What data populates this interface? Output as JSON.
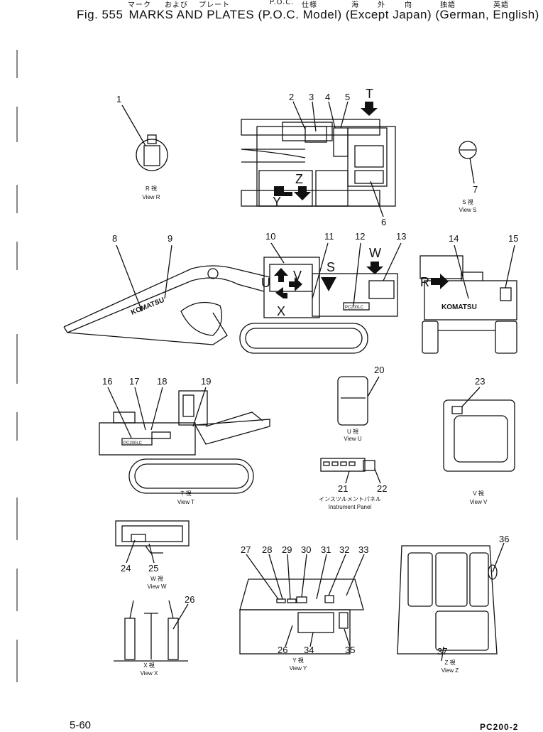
{
  "header": {
    "jp": [
      "マーク",
      "および",
      "プレート",
      "P.O.C.",
      "仕様",
      "海",
      "外",
      "向",
      "独語",
      "英語"
    ],
    "fig_no": "Fig. 555",
    "title": "MARKS AND PLATES (P.O.C. Model) (Except Japan) (German, English)"
  },
  "views": {
    "r": {
      "jp": "R 視",
      "en": "View R"
    },
    "s": {
      "jp": "S 視",
      "en": "View S"
    },
    "t": {
      "jp": "T 視",
      "en": "View T"
    },
    "u": {
      "jp": "U 視",
      "en": "View U"
    },
    "v": {
      "jp": "V 視",
      "en": "View V"
    },
    "w": {
      "jp": "W 視",
      "en": "View W"
    },
    "x": {
      "jp": "X 視",
      "en": "View X"
    },
    "y": {
      "jp": "Y 視",
      "en": "View Y"
    },
    "z": {
      "jp": "Z 視",
      "en": "View Z"
    },
    "instrument": {
      "jp": "インスツルメントパネル",
      "en": "Instrument Panel"
    }
  },
  "arrow_letters": [
    "T",
    "Z",
    "Y",
    "U",
    "V",
    "X",
    "S",
    "W",
    "R"
  ],
  "brand": "KOMATSU",
  "model_plate": "PC200LC",
  "callouts": [
    "1",
    "2",
    "3",
    "4",
    "5",
    "6",
    "7",
    "8",
    "9",
    "10",
    "11",
    "12",
    "13",
    "14",
    "15",
    "16",
    "17",
    "18",
    "19",
    "20",
    "21",
    "22",
    "23",
    "24",
    "25",
    "26",
    "26",
    "27",
    "28",
    "29",
    "30",
    "31",
    "32",
    "33",
    "34",
    "35",
    "36",
    "37"
  ],
  "footer": {
    "page": "5-60",
    "model": "PC200-2"
  }
}
